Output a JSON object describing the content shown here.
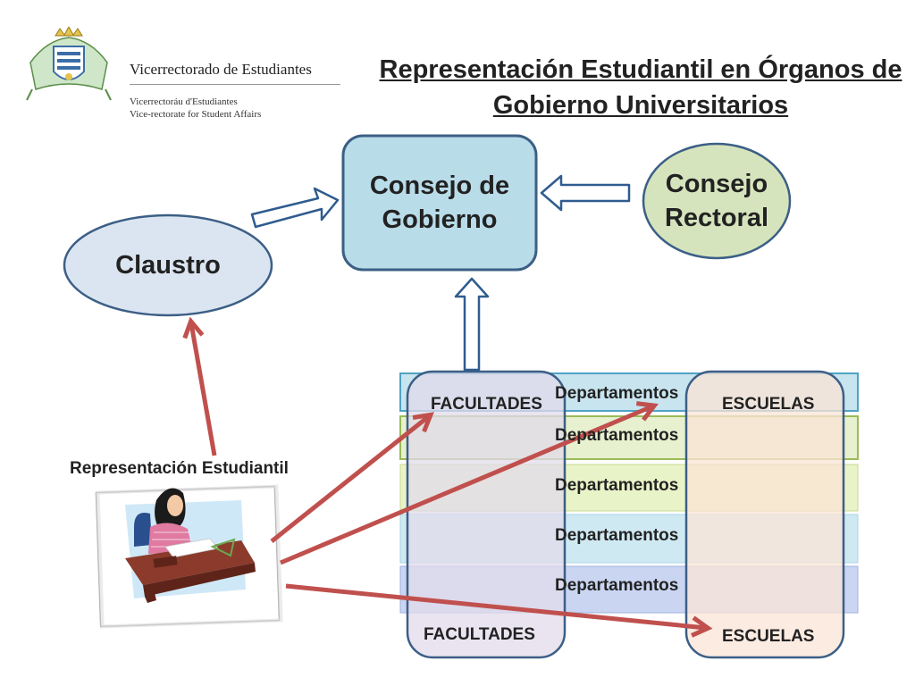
{
  "header": {
    "institution": "Vicerrectorado de Estudiantes",
    "institution_ast": "Vicerrectoráu d'Estudiantes",
    "institution_en": "Vice-rectorate for Student Affairs"
  },
  "title_line1": "Representación Estudiantil en Órganos de",
  "title_line2": "Gobierno Universitarios",
  "nodes": {
    "consejo_gobierno_1": "Consejo de",
    "consejo_gobierno_2": "Gobierno",
    "consejo_rectoral_1": "Consejo",
    "consejo_rectoral_2": "Rectoral",
    "claustro": "Claustro",
    "representacion": "Representación Estudiantil"
  },
  "columns": {
    "facultades_top": "FACULTADES",
    "facultades_bottom": "FACULTADES",
    "escuelas_top": "ESCUELAS",
    "escuelas_bottom": "ESCUELAS"
  },
  "departamentos": [
    "Departamentos",
    "Departamentos",
    "Departamentos",
    "Departamentos",
    "Departamentos"
  ],
  "colors": {
    "consejo_gobierno_fill": "#b9dce9",
    "consejo_gobierno_stroke": "#3c5f86",
    "consejo_rectoral_fill": "#d6e4bd",
    "claustro_fill": "#dbe5f1",
    "facultades_fill": "#e1dbeb",
    "escuelas_fill": "#fbe4d5",
    "arrow_red": "#c0504d",
    "arrow_outline": "#2f5c8f"
  }
}
